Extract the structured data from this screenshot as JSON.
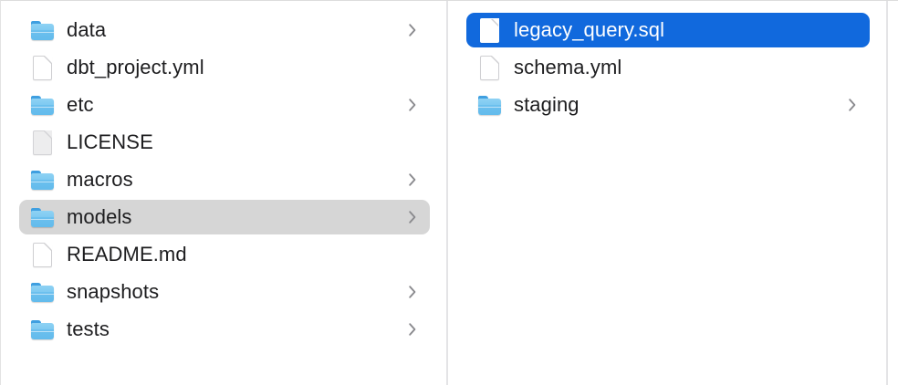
{
  "window": {
    "view_mode": "column-view",
    "background_color": "#ffffff",
    "divider_color": "#e4e4e6",
    "selection_active_color": "#1169dd",
    "selection_inactive_color": "#d6d6d6",
    "label_color": "#1d1d1f",
    "chevron_color": "#8a8a8e"
  },
  "columns": [
    {
      "name": "primary-column",
      "items": [
        {
          "label": "data",
          "kind": "folder",
          "has_chevron": true,
          "selected": false
        },
        {
          "label": "dbt_project.yml",
          "kind": "document",
          "has_chevron": false,
          "selected": false
        },
        {
          "label": "etc",
          "kind": "folder",
          "has_chevron": true,
          "selected": false
        },
        {
          "label": "LICENSE",
          "kind": "document-plain",
          "has_chevron": false,
          "selected": false
        },
        {
          "label": "macros",
          "kind": "folder",
          "has_chevron": true,
          "selected": false
        },
        {
          "label": "models",
          "kind": "folder",
          "has_chevron": true,
          "selected": "inactive"
        },
        {
          "label": "README.md",
          "kind": "document",
          "has_chevron": false,
          "selected": false
        },
        {
          "label": "snapshots",
          "kind": "folder",
          "has_chevron": true,
          "selected": false
        },
        {
          "label": "tests",
          "kind": "folder",
          "has_chevron": true,
          "selected": false
        }
      ]
    },
    {
      "name": "secondary-column",
      "items": [
        {
          "label": "legacy_query.sql",
          "kind": "document",
          "has_chevron": false,
          "selected": "active"
        },
        {
          "label": "schema.yml",
          "kind": "document",
          "has_chevron": false,
          "selected": false
        },
        {
          "label": "staging",
          "kind": "folder",
          "has_chevron": true,
          "selected": false
        }
      ]
    }
  ],
  "icons": {
    "folder": "folder-icon",
    "document": "document-icon",
    "document-plain": "document-icon",
    "chevron": "chevron-right-icon"
  }
}
